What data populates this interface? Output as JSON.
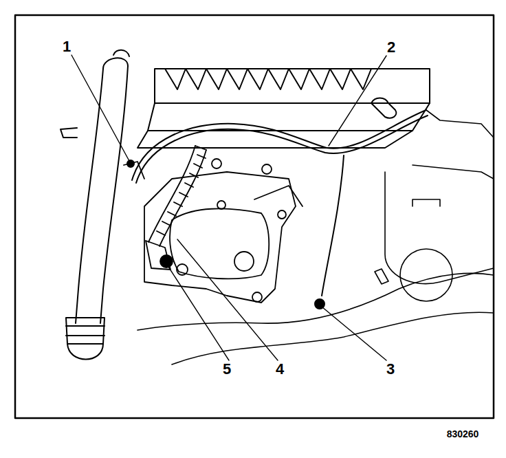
{
  "diagram": {
    "labels": [
      "1",
      "2",
      "3",
      "4",
      "5",
      "830260"
    ]
  }
}
